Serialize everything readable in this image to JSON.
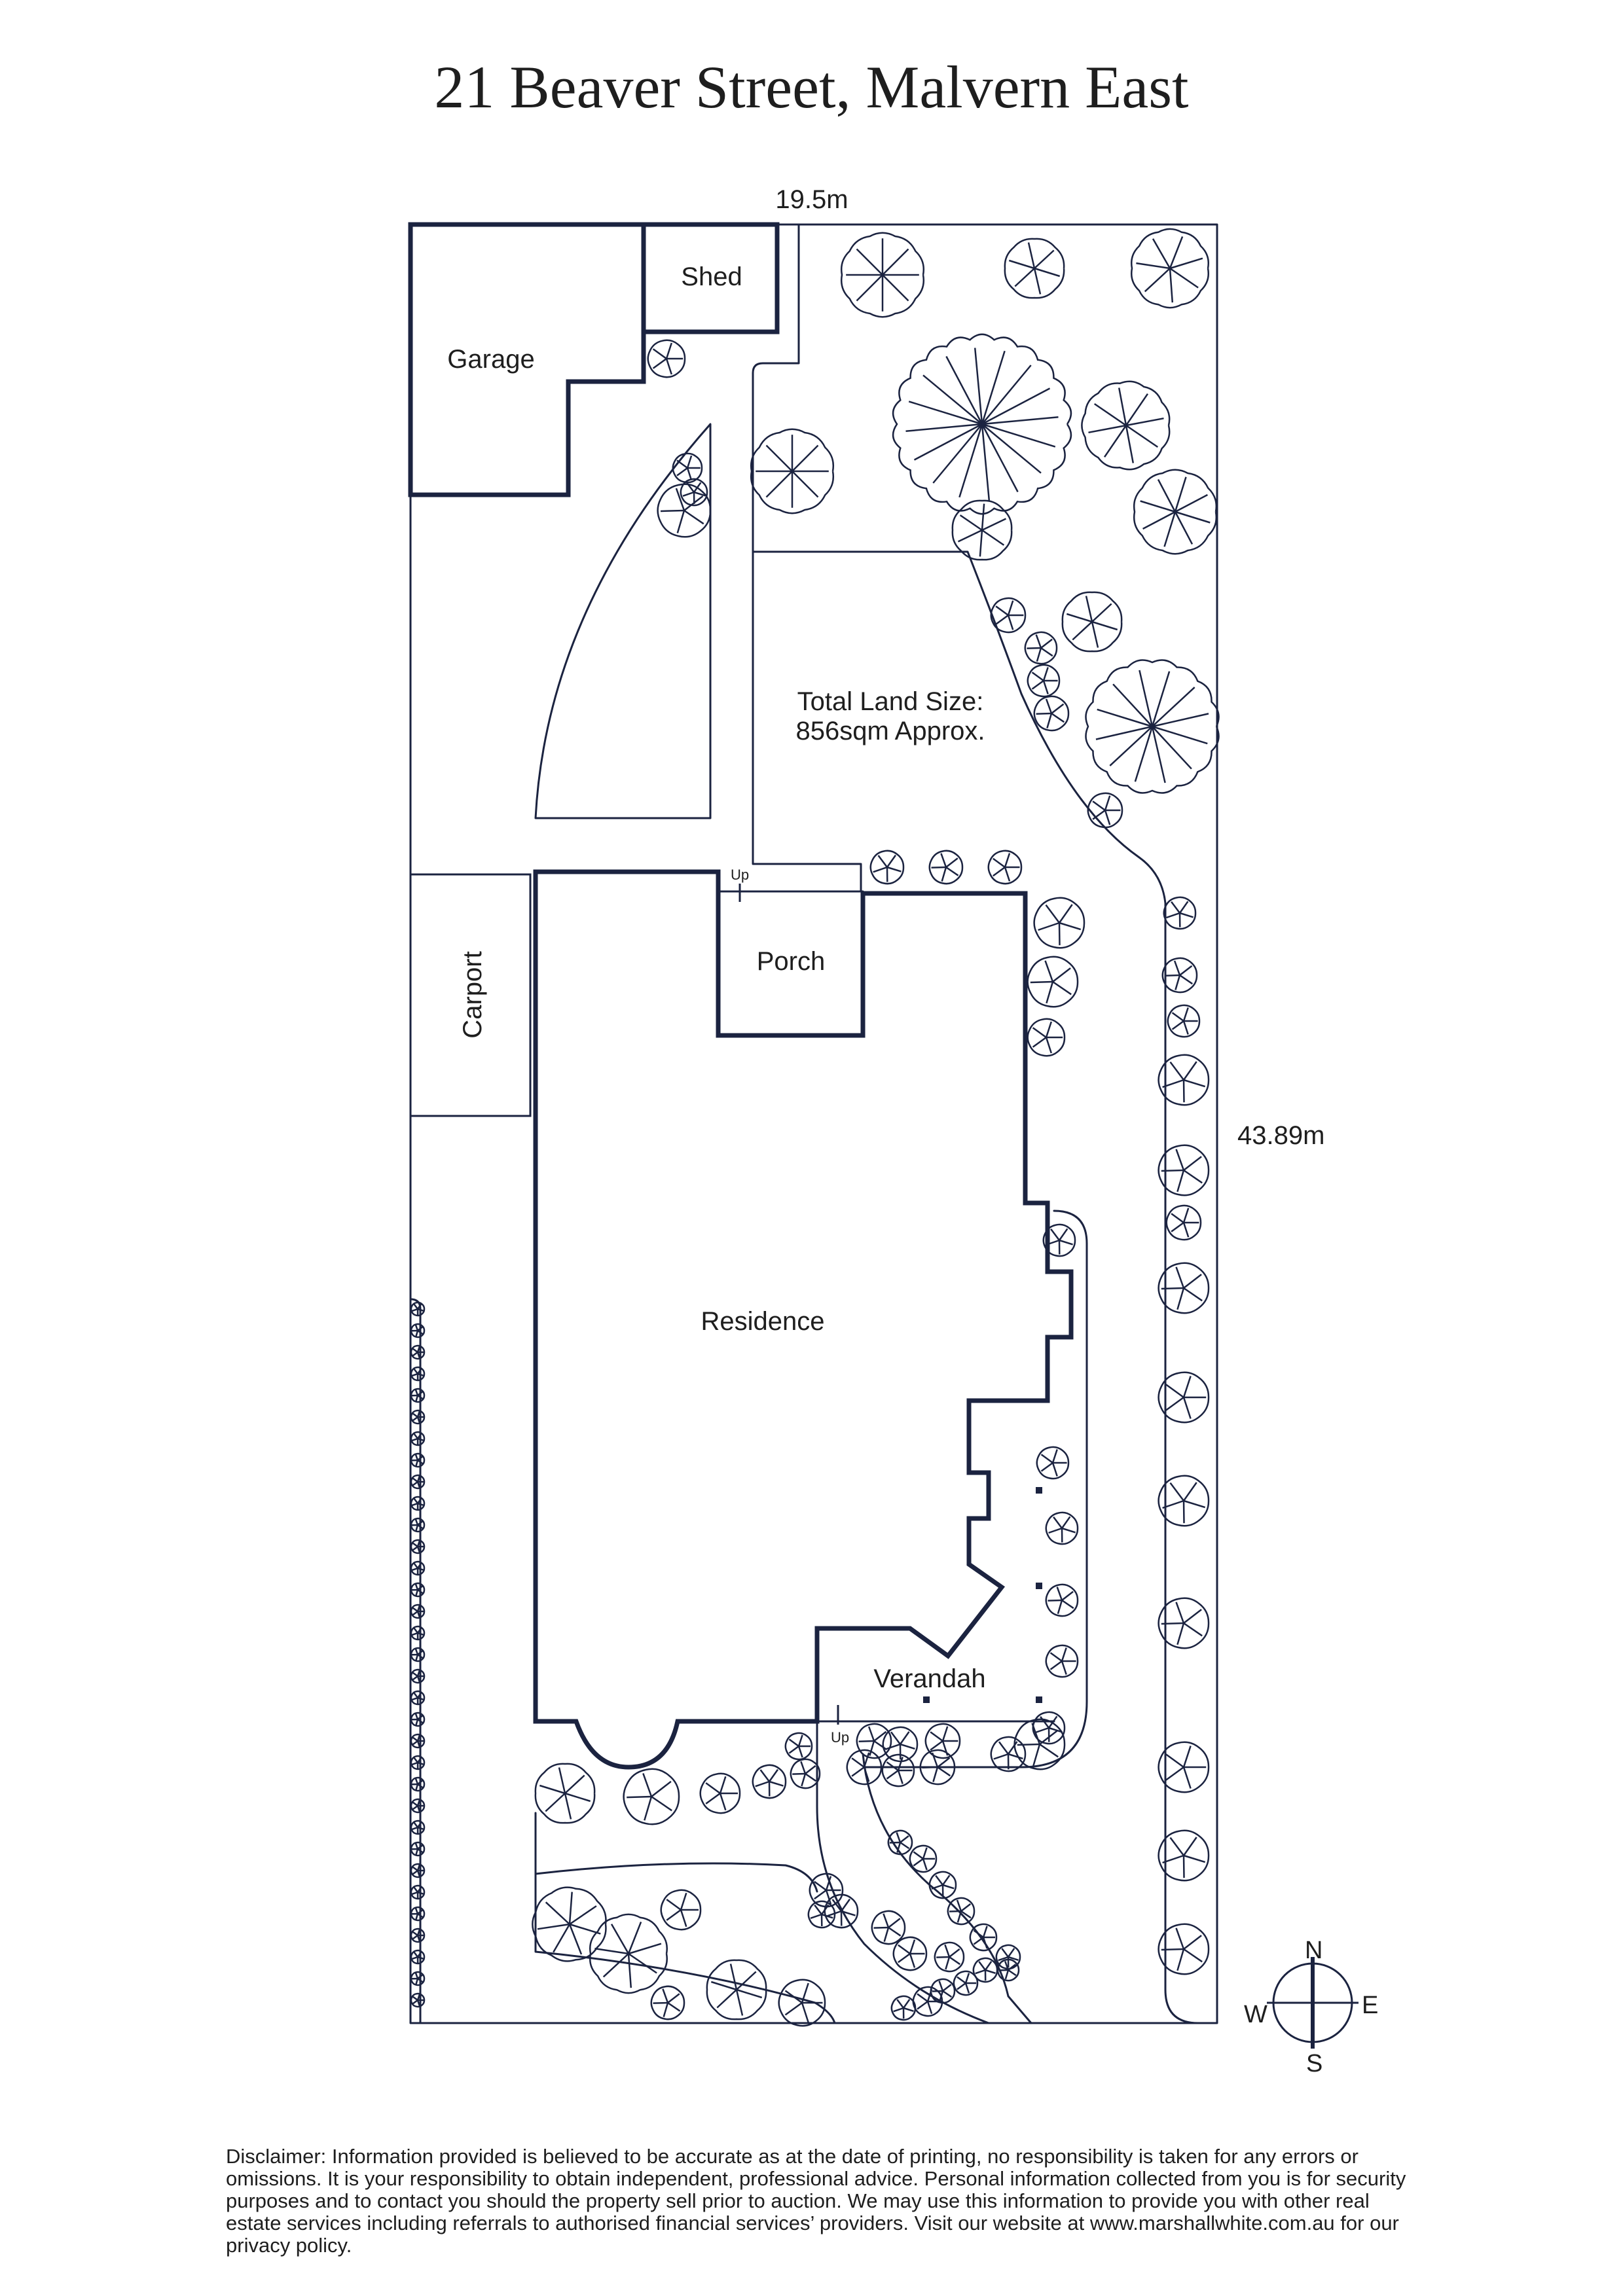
{
  "title": "21 Beaver Street, Malvern East",
  "dimensions": {
    "width_label": "19.5m",
    "depth_label": "43.89m"
  },
  "labels": {
    "garage": "Garage",
    "shed": "Shed",
    "carport": "Carport",
    "porch": "Porch",
    "residence": "Residence",
    "verandah": "Verandah",
    "up_porch": "Up",
    "up_verandah": "Up",
    "land_size_line1": "Total Land Size:",
    "land_size_line2": "856sqm Approx."
  },
  "compass": {
    "n": "N",
    "s": "S",
    "e": "E",
    "w": "W"
  },
  "colors": {
    "line": "#1b2340",
    "text": "#1e1e1e"
  },
  "disclaimer": "Disclaimer: Information provided is believed to be accurate as at the date of printing, no responsibility is taken for any errors or omissions. It is your responsibility to obtain independent, professional advice. Personal information collected from you is for security purposes and to contact you should the property sell prior to auction. We may use this information to provide you with other real estate services including referrals to authorised financial services’ providers. Visit our website at www.marshallwhite.com.au for our privacy policy."
}
